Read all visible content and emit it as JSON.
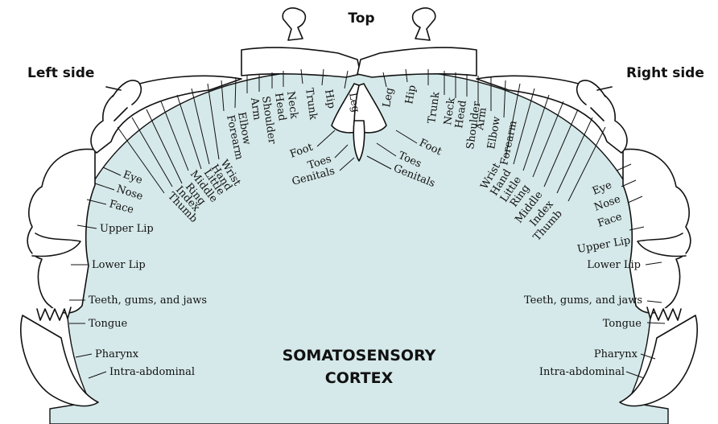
{
  "header": {
    "top": "Top",
    "left_side": "Left side",
    "right_side": "Right side"
  },
  "title": {
    "line1": "SOMATOSENSORY",
    "line2": "CORTEX"
  },
  "left_labels": {
    "leg": "Leg",
    "hip": "Hip",
    "trunk": "Trunk",
    "neck": "Neck",
    "head": "Head",
    "shoulder": "Shoulder",
    "arm": "Arm",
    "elbow": "Elbow",
    "forearm": "Forearm",
    "wrist": "Wrist",
    "hand": "Hand",
    "little": "Little",
    "middle": "Middle",
    "ring": "Ring",
    "index": "Index",
    "thumb": "Thumb",
    "eye": "Eye",
    "nose": "Nose",
    "face": "Face",
    "upper_lip": "Upper Lip",
    "lower_lip": "Lower Lip",
    "teeth": "Teeth, gums, and jaws",
    "tongue": "Tongue",
    "pharynx": "Pharynx",
    "intra_abdominal": "Intra-abdominal",
    "foot": "Foot",
    "toes": "Toes",
    "genitals": "Genitals"
  },
  "right_labels": {
    "leg": "Leg",
    "hip": "Hip",
    "trunk": "Trunk",
    "neck": "Neck",
    "head": "Head",
    "shoulder": "Shoulder",
    "arm": "Arm",
    "elbow": "Elbow",
    "forearm": "Forearm",
    "wrist": "Wrist",
    "hand": "Hand",
    "little": "Little",
    "ring": "Ring",
    "middle": "Middle",
    "index": "Index",
    "thumb": "Thumb",
    "eye": "Eye",
    "nose": "Nose",
    "face": "Face",
    "upper_lip": "Upper Lip",
    "lower_lip": "Lower Lip",
    "teeth": "Teeth, gums, and jaws",
    "tongue": "Tongue",
    "pharynx": "Pharynx",
    "intra_abdominal": "Intra-abdominal",
    "foot": "Foot",
    "toes": "Toes",
    "genitals": "Genitals"
  },
  "colors": {
    "cortex_fill": "#d6e9ea",
    "ink": "#111111"
  }
}
